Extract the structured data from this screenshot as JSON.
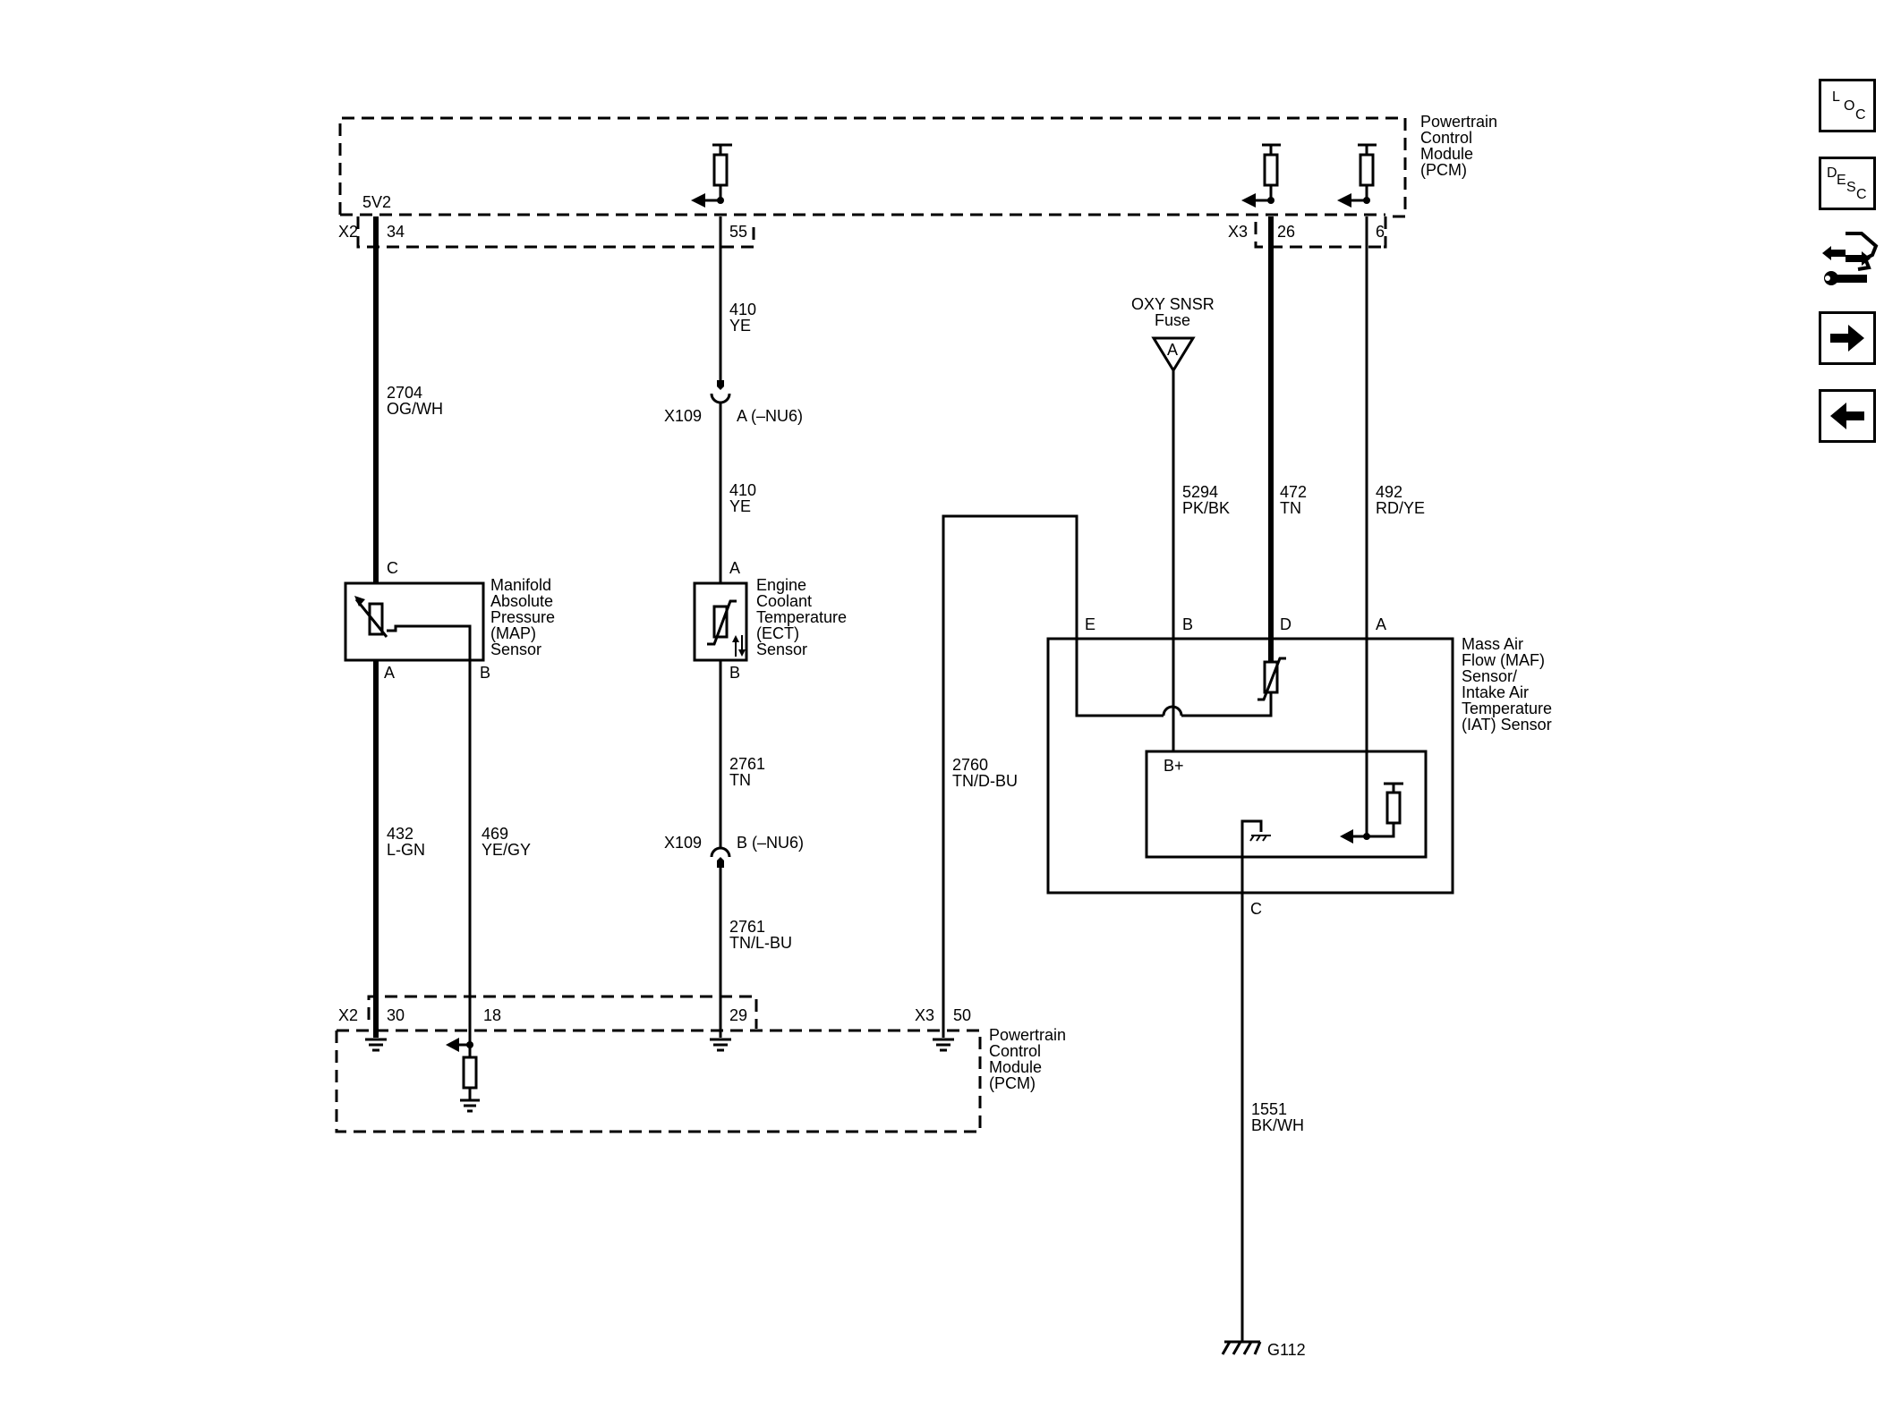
{
  "pcm": {
    "line1": "Powertrain",
    "line2": "Control",
    "line3": "Module",
    "line4": "(PCM)"
  },
  "pcm_top_pins": {
    "x2": "X2",
    "p34": "34",
    "p55": "55",
    "x3": "X3",
    "p26": "26",
    "p6": "6",
    "v5": "5V2"
  },
  "pcm_bottom_pins": {
    "x2": "X2",
    "p30": "30",
    "p18": "18",
    "p29": "29",
    "x3": "X3",
    "p50": "50"
  },
  "wires": {
    "w2704": {
      "num": "2704",
      "color": "OG/WH"
    },
    "w410a": {
      "num": "410",
      "color": "YE"
    },
    "w410b": {
      "num": "410",
      "color": "YE"
    },
    "w5294": {
      "num": "5294",
      "color": "PK/BK"
    },
    "w472": {
      "num": "472",
      "color": "TN"
    },
    "w492": {
      "num": "492",
      "color": "RD/YE"
    },
    "w432": {
      "num": "432",
      "color": "L-GN"
    },
    "w469": {
      "num": "469",
      "color": "YE/GY"
    },
    "w2761a": {
      "num": "2761",
      "color": "TN"
    },
    "w2761b": {
      "num": "2761",
      "color": "TN/L-BU"
    },
    "w2760": {
      "num": "2760",
      "color": "TN/D-BU"
    },
    "w1551": {
      "num": "1551",
      "color": "BK/WH"
    }
  },
  "connectors": {
    "x109": "X109",
    "x109_a": "A (–NU6)",
    "x109_b": "B (–NU6)"
  },
  "fuse": {
    "line1": "OXY SNSR",
    "line2": "Fuse",
    "pin": "A"
  },
  "map_sensor": {
    "l1": "Manifold",
    "l2": "Absolute",
    "l3": "Pressure",
    "l4": "(MAP)",
    "l5": "Sensor",
    "pin_c": "C",
    "pin_a": "A",
    "pin_b": "B"
  },
  "ect_sensor": {
    "l1": "Engine",
    "l2": "Coolant",
    "l3": "Temperature",
    "l4": "(ECT)",
    "l5": "Sensor",
    "pin_a": "A",
    "pin_b": "B"
  },
  "maf_sensor": {
    "l1": "Mass Air",
    "l2": "Flow (MAF)",
    "l3": "Sensor/",
    "l4": "Intake Air",
    "l5": "Temperature",
    "l6": "(IAT) Sensor",
    "pin_e": "E",
    "pin_b": "B",
    "pin_d": "D",
    "pin_a": "A",
    "pin_c": "C",
    "bplus": "B+"
  },
  "ground": {
    "label": "G112"
  },
  "nav": {
    "loc": {
      "c1": "L",
      "c2": "O",
      "c3": "C",
      "icon": "location-icon"
    },
    "desc": {
      "c1": "D",
      "c2": "E",
      "c3": "S",
      "c4": "C",
      "icon": "description-icon"
    },
    "connector_icon": "connector-wrench-icon",
    "next_icon": "arrow-right-icon",
    "prev_icon": "arrow-left-icon"
  }
}
